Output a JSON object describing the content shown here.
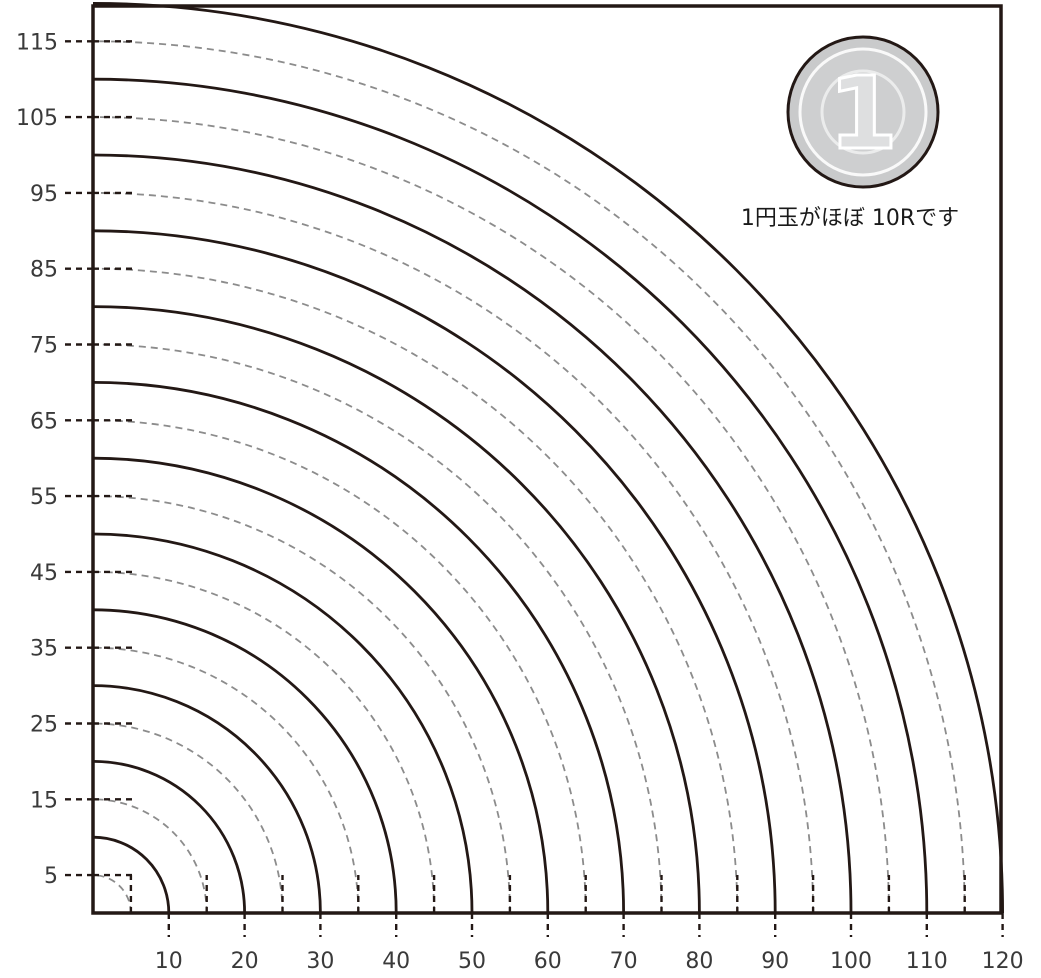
{
  "chart_data": {
    "type": "diagram",
    "description_units": "radius",
    "axis_max": 120,
    "solid_radii": [
      10,
      20,
      30,
      40,
      50,
      60,
      70,
      80,
      90,
      100,
      110,
      120
    ],
    "dashed_radii": [
      5,
      15,
      25,
      35,
      45,
      55,
      65,
      75,
      85,
      95,
      105,
      115
    ],
    "x_tick_labels": [
      "10",
      "20",
      "30",
      "40",
      "50",
      "60",
      "70",
      "80",
      "90",
      "100",
      "110",
      "120"
    ],
    "y_tick_labels": [
      "5",
      "15",
      "25",
      "35",
      "45",
      "55",
      "65",
      "75",
      "85",
      "95",
      "105",
      "115"
    ],
    "colors": {
      "solid": "#231815",
      "dashed": "#8c8c8c",
      "coin": "#c9cacb",
      "frame": "#231815"
    }
  },
  "coin": {
    "glyph": "1",
    "caption": "1円玉がほぼ 10Rです"
  }
}
